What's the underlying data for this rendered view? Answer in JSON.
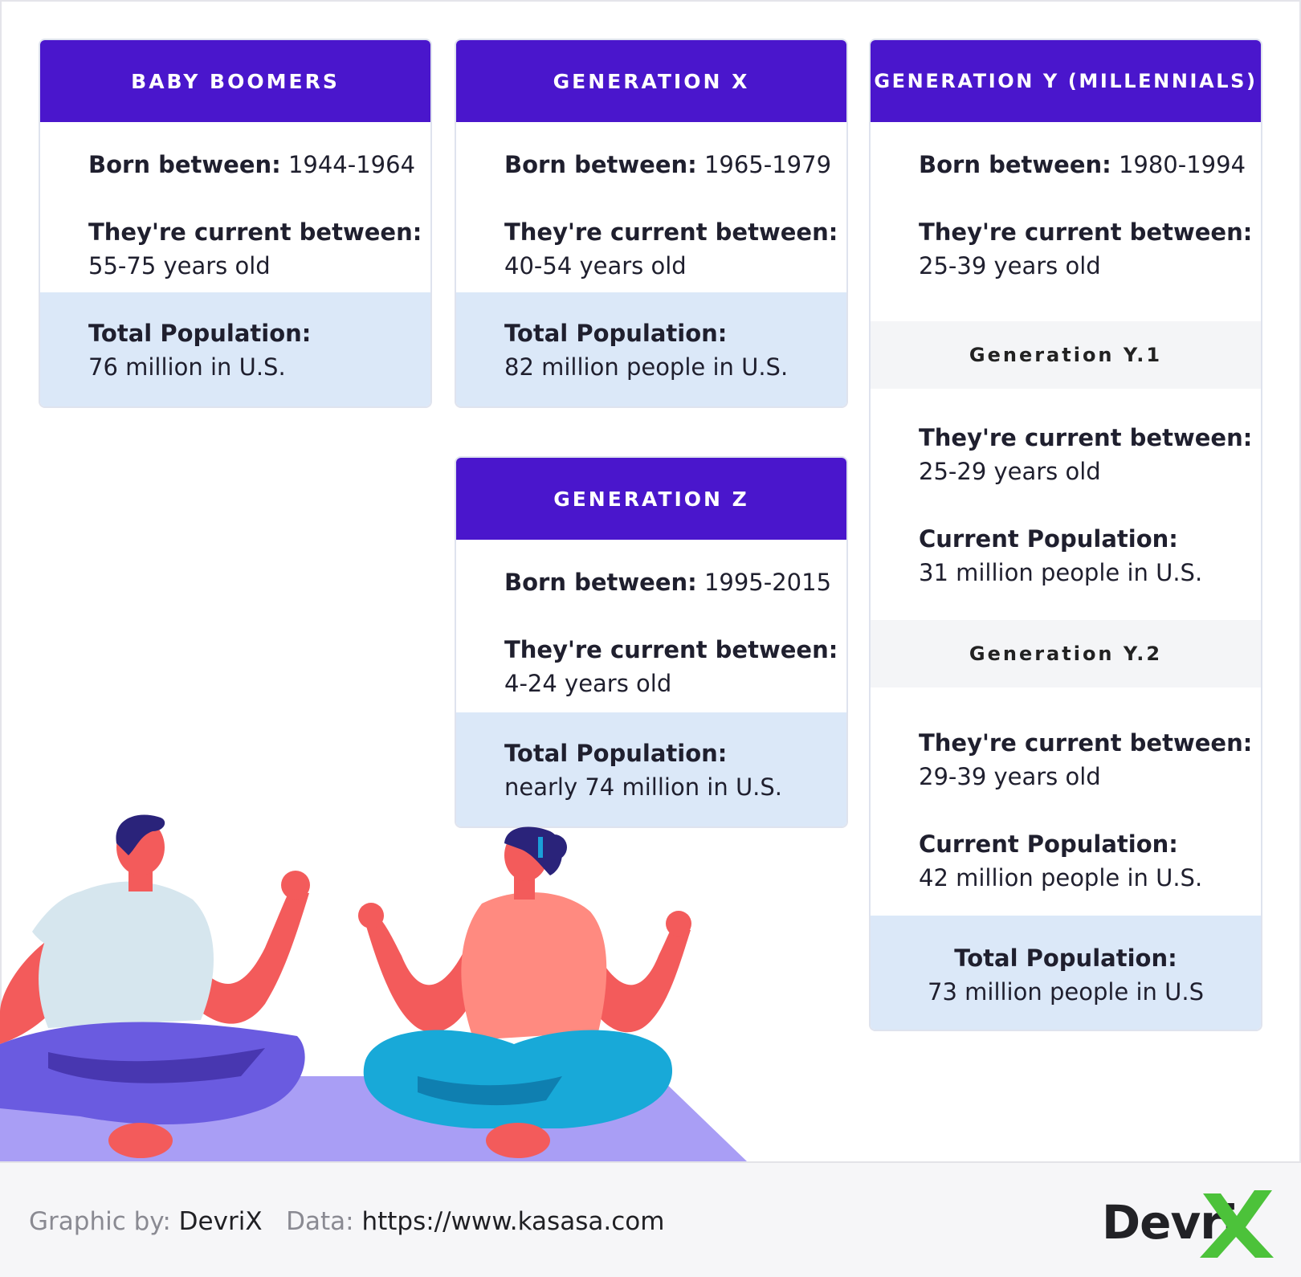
{
  "cards": {
    "boomers": {
      "title": "BABY BOOMERS",
      "born_label": "Born between:",
      "born_value": "1944-1964",
      "age_label": "They're current between:",
      "age_value": "55-75 years old",
      "pop_label": "Total Population:",
      "pop_value": "76 million in U.S."
    },
    "genx": {
      "title": "GENERATION X",
      "born_label": "Born between:",
      "born_value": "1965-1979",
      "age_label": "They're current between:",
      "age_value": "40-54 years old",
      "pop_label": "Total Population:",
      "pop_value": "82 million people in U.S."
    },
    "genz": {
      "title": "GENERATION Z",
      "born_label": "Born between:",
      "born_value": "1995-2015",
      "age_label": "They're current between:",
      "age_value": "4-24 years old",
      "pop_label": "Total Population:",
      "pop_value": "nearly 74 million in U.S."
    },
    "geny": {
      "title": "GENERATION Y (MILLENNIALS)",
      "born_label": "Born between:",
      "born_value": "1980-1994",
      "age_label": "They're current between:",
      "age_value": "25-39 years old",
      "y1": {
        "title": "Generation Y.1",
        "age_label": "They're current between:",
        "age_value": "25-29 years old",
        "pop_label": "Current Population:",
        "pop_value": "31 million people in U.S."
      },
      "y2": {
        "title": "Generation Y.2",
        "age_label": "They're current between:",
        "age_value": "29-39 years old",
        "pop_label": "Current Population:",
        "pop_value": "42 million people in U.S."
      },
      "pop_label": "Total Population:",
      "pop_value": "73 million people in U.S"
    }
  },
  "footer": {
    "graphic_label": "Graphic by:",
    "graphic_value": "DevriX",
    "data_label": "Data:",
    "data_value": "https://www.kasasa.com",
    "logo_text": "Devri"
  },
  "colors": {
    "header": "#4a16cc",
    "population_bg": "#dbe8f8",
    "subheader_bg": "#f4f5f7",
    "logo_green": "#4cc23a"
  },
  "icons": [
    "devrix-x-logo-icon",
    "meditating-man-illustration",
    "meditating-woman-illustration",
    "yoga-mat-illustration"
  ]
}
